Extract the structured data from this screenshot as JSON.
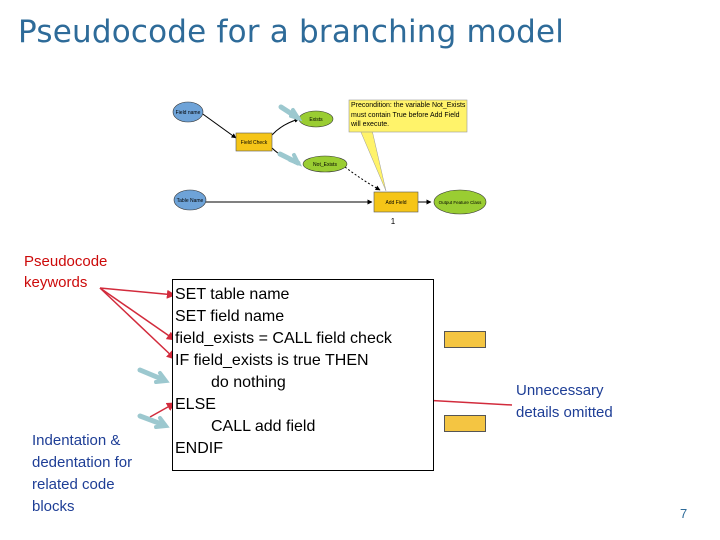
{
  "title": "Pseudocode for a branching model",
  "labels": {
    "keywords": "Pseudocode keywords",
    "indentation": "Indentation & dedentation for related code blocks",
    "omitted": "Unnecessary details omitted"
  },
  "code_lines": [
    "SET table name",
    "SET field name",
    "field_exists = CALL field check",
    "IF field_exists is true THEN",
    "do nothing",
    "ELSE",
    "CALL add field",
    "ENDIF"
  ],
  "model": {
    "field_name": "Field name",
    "table_name": "Table Name",
    "field_check": "Field Check",
    "exists": "Exists",
    "not_exists": "Not_Exists",
    "add_field": "Add Field",
    "output": "Output Feature Class",
    "precondition": "Precondition: the variable Not_Exists must contain True before Add Field will execute.",
    "counter": "1"
  },
  "colors": {
    "title": "#2e6b99",
    "keyword_label": "#cc0a0a",
    "note_label": "#1e3e96",
    "variable_fill": "#6ea3d8",
    "tool_fill": "#f5c518",
    "output_fill": "#9acd32",
    "note_fill": "#fff36a",
    "arrow_teal": "#9cc8cf"
  },
  "page_number": "7"
}
